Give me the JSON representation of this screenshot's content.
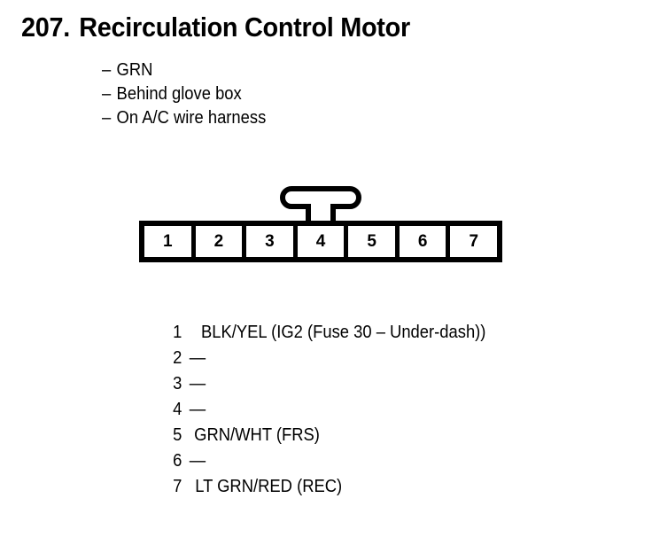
{
  "title": {
    "number": "207.",
    "name": "Recirculation Control Motor"
  },
  "notes": {
    "bullet": "–",
    "items": [
      "GRN",
      "Behind glove box",
      "On A/C wire harness"
    ]
  },
  "connector": {
    "latch_icon": "connector-latch-tab",
    "cells": [
      "1",
      "2",
      "3",
      "4",
      "5",
      "6",
      "7"
    ]
  },
  "pins": [
    {
      "num": "1",
      "desc": "BLK/YEL (IG2 (Fuse 30 – Under-dash))"
    },
    {
      "num": "2",
      "desc": "—"
    },
    {
      "num": "3",
      "desc": "—"
    },
    {
      "num": "4",
      "desc": "—"
    },
    {
      "num": "5",
      "desc": "GRN/WHT (FRS)"
    },
    {
      "num": "6",
      "desc": "—"
    },
    {
      "num": "7",
      "desc": "LT GRN/RED (REC)"
    }
  ],
  "colors": {
    "ink": "#000000",
    "page": "#ffffff"
  }
}
